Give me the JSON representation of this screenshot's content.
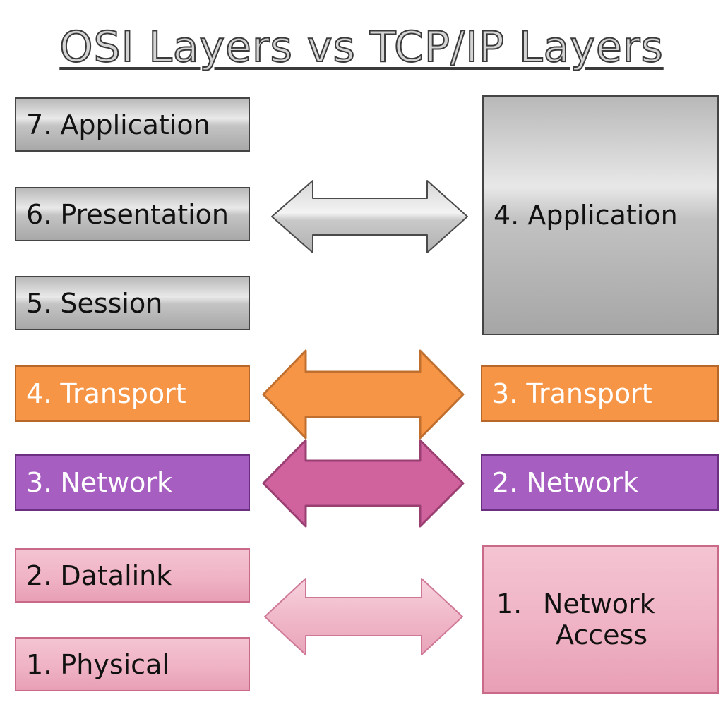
{
  "title": "OSI Layers vs TCP/IP Layers",
  "osi": {
    "application": "7. Application",
    "presentation": "6. Presentation",
    "session": "5. Session",
    "transport": "4. Transport",
    "network": "3. Network",
    "datalink": "2. Datalink",
    "physical": "1. Physical"
  },
  "tcpip": {
    "application": "4. Application",
    "transport": "3. Transport",
    "network": "2. Network",
    "network_access_num": "1.",
    "network_access_word1": "Network",
    "network_access_word2": "Access"
  },
  "colors": {
    "gray_layer": "#c8c8c8",
    "transport": "#f79546",
    "network": "#a65fc0",
    "network_arrow": "#d0639d",
    "link": "#efb3c5"
  }
}
